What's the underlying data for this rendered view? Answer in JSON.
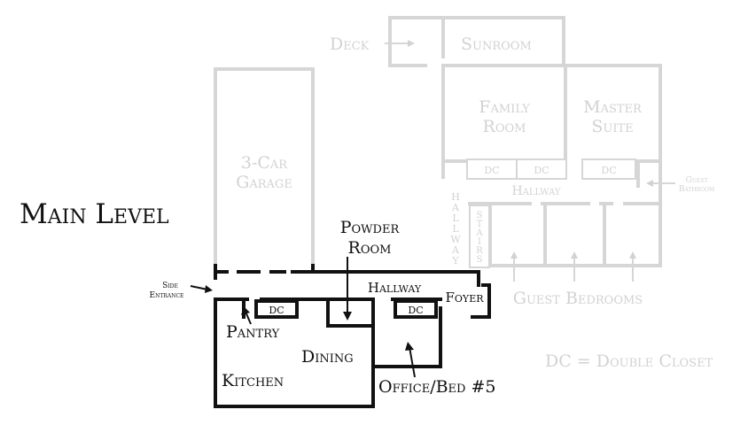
{
  "title": "Main Level",
  "legend": "DC = Double Closet",
  "colors": {
    "highlight": "#111111",
    "faded": "#d2d2d2",
    "background": "#ffffff"
  },
  "rooms": {
    "deck": "Deck",
    "sunroom": "Sunroom",
    "family_room_1": "Family",
    "family_room_2": "Room",
    "master_suite_1": "Master",
    "master_suite_2": "Suite",
    "garage_1": "3-Car",
    "garage_2": "Garage",
    "powder_room_1": "Powder",
    "powder_room_2": "Room",
    "hallway_upper": "Hallway",
    "hallway_main": "Hallway",
    "hallway_vertical": [
      "H",
      "A",
      "L",
      "L",
      "W",
      "A",
      "Y"
    ],
    "stairs": [
      "S",
      "T",
      "A",
      "I",
      "R",
      "S"
    ],
    "foyer": "Foyer",
    "pantry": "Pantry",
    "dining": "Dining",
    "kitchen": "Kitchen",
    "office": "Office/Bed #5",
    "guest_bedrooms": "Guest Bedrooms",
    "guest_bathroom_1": "Guest",
    "guest_bathroom_2": "Bathroom",
    "side_entrance_1": "Side",
    "side_entrance_2": "Entrance"
  },
  "closets": {
    "family_1": "DC",
    "family_2": "DC",
    "master": "DC",
    "pantry_dc": "DC",
    "foyer_dc": "DC"
  }
}
